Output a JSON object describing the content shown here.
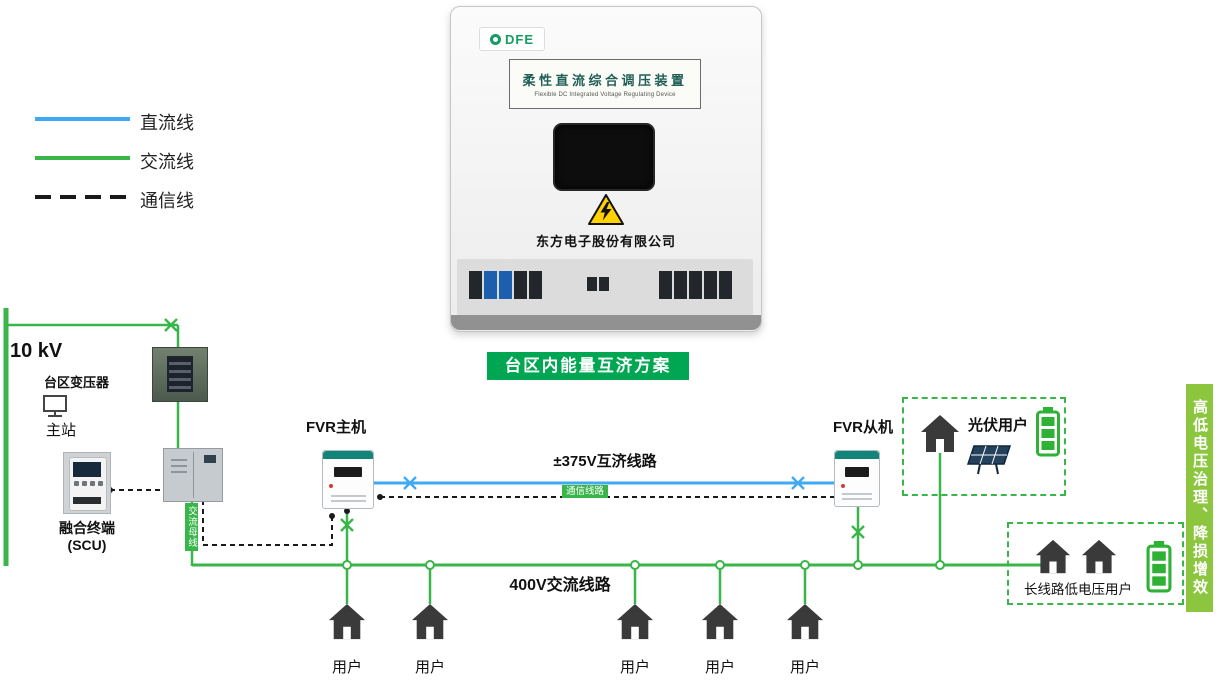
{
  "colors": {
    "dc_blue": "#3FA9F5",
    "ac_green": "#39B54A",
    "comm_black": "#1a1a1a",
    "title_banner_green": "#00A651",
    "side_banner_green": "#8CC63F"
  },
  "legend": {
    "dc": "直流线",
    "ac": "交流线",
    "comm": "通信线"
  },
  "device": {
    "brand": "DFE",
    "name_cn": "柔性直流综合调压装置",
    "name_en": "Flexible DC Integrated Voltage Regulating Device",
    "company": "东方电子股份有限公司"
  },
  "title_banner": "台区内能量互济方案",
  "side_banner": "高低电压治理、降损增效",
  "grid": {
    "voltage_label": "10 kV",
    "transformer_label": "台区变压器",
    "master_station_label": "主站",
    "scu_label_line1": "融合终端",
    "scu_label_line2": "(SCU)",
    "fvr_master_label": "FVR主机",
    "fvr_slave_label": "FVR从机",
    "dc_line_label": "±375V互济线路",
    "comm_line_tag": "通信线路",
    "ac_bus_tag": "交流母线",
    "ac_line_label": "400V交流线路",
    "pv_user_label": "光伏用户",
    "longline_user_label": "长线路低电压用户",
    "users": [
      "用户",
      "用户",
      "用户",
      "用户",
      "用户"
    ]
  }
}
